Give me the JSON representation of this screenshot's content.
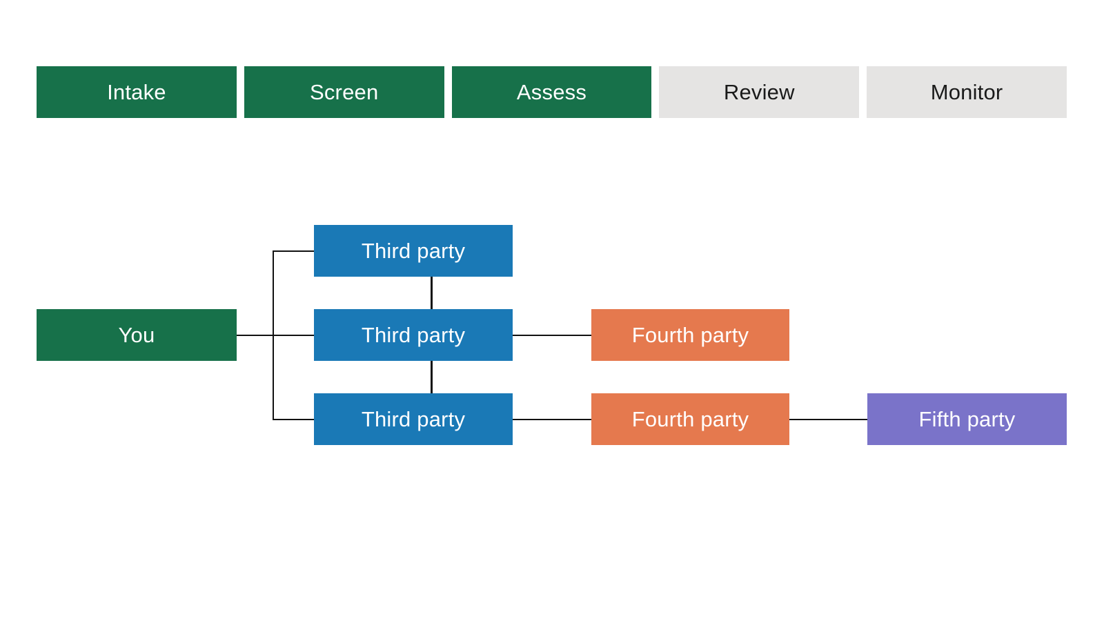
{
  "colors": {
    "stage_active": "#17714a",
    "stage_inactive": "#e5e4e3",
    "node_you": "#17714a",
    "node_third": "#1a79b6",
    "node_fourth": "#e5794e",
    "node_fifth": "#7a73c9",
    "connector": "#111111",
    "text_on_color": "#ffffff",
    "text_on_gray": "#1a1a1a"
  },
  "stages": [
    {
      "label": "Intake",
      "state": "active"
    },
    {
      "label": "Screen",
      "state": "active"
    },
    {
      "label": "Assess",
      "state": "active"
    },
    {
      "label": "Review",
      "state": "inactive"
    },
    {
      "label": "Monitor",
      "state": "inactive"
    }
  ],
  "diagram": {
    "nodes": [
      {
        "id": "you",
        "label": "You",
        "level": "you"
      },
      {
        "id": "third-1",
        "label": "Third party",
        "level": "third"
      },
      {
        "id": "third-2",
        "label": "Third party",
        "level": "third"
      },
      {
        "id": "third-3",
        "label": "Third party",
        "level": "third"
      },
      {
        "id": "fourth-1",
        "label": "Fourth party",
        "level": "fourth"
      },
      {
        "id": "fourth-2",
        "label": "Fourth party",
        "level": "fourth"
      },
      {
        "id": "fifth-1",
        "label": "Fifth party",
        "level": "fifth"
      }
    ],
    "edges": [
      {
        "from": "you",
        "to": "third-1"
      },
      {
        "from": "you",
        "to": "third-2"
      },
      {
        "from": "you",
        "to": "third-3"
      },
      {
        "from": "third-1",
        "to": "third-2"
      },
      {
        "from": "third-2",
        "to": "third-3"
      },
      {
        "from": "third-2",
        "to": "fourth-1"
      },
      {
        "from": "third-3",
        "to": "fourth-2"
      },
      {
        "from": "fourth-2",
        "to": "fifth-1"
      }
    ]
  }
}
